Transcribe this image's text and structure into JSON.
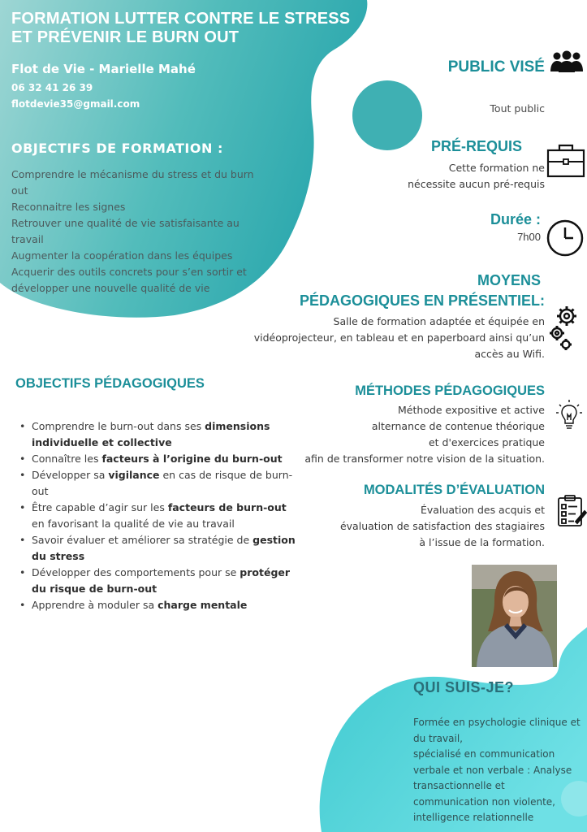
{
  "header": {
    "title_line1": "FORMATION LUTTER CONTRE LE STRESS",
    "title_line2": "ET PRÉVENIR LE BURN OUT",
    "author": "Flot de Vie - Marielle Mahé",
    "phone": "06 32 41 26 39",
    "email": "flotdevie35@gmail.com"
  },
  "objectifs_formation": {
    "title": "OBJECTIFS DE FORMATION :",
    "lines": [
      "Comprendre le mécanisme du stress  et du burn",
      "out",
      "Reconnaitre les signes",
      "Retrouver une qualité de vie satisfaisante au",
      "travail",
      "Augmenter la coopération dans les équipes",
      "Acquerir des outils concrets pour s’en sortir et",
      "développer une nouvelle qualité de vie"
    ]
  },
  "public": {
    "title": "PUBLIC VISÉ",
    "text": "Tout public",
    "icon": "people-icon"
  },
  "prerequis": {
    "title": "PRÉ-REQUIS",
    "lines": [
      "Cette formation ne",
      "nécessite aucun pré-requis"
    ],
    "icon": "briefcase-icon"
  },
  "duree": {
    "title": "Durée :",
    "value": "7h00",
    "icon": "clock-icon"
  },
  "moyens": {
    "title_line1": "MOYENS",
    "title_line2": "PÉDAGOGIQUES EN PRÉSENTIEL:",
    "lines": [
      "Salle de formation adaptée et équipée en",
      "vidéoprojecteur, en tableau et en paperboard ainsi qu’un",
      "accès au Wifi."
    ],
    "icon": "gears-icon"
  },
  "objectifs_pedagogiques": {
    "title": "OBJECTIFS PÉDAGOGIQUES",
    "items": [
      {
        "pre": "Comprendre le burn-out dans ses ",
        "bold": "dimensions individuelle et collective",
        "post": ""
      },
      {
        "pre": "Connaître les ",
        "bold": "facteurs à l’origine du burn-out",
        "post": ""
      },
      {
        "pre": "Développer sa ",
        "bold": "vigilance",
        "post": " en cas de risque de burn-out"
      },
      {
        "pre": "Être capable d’agir sur les ",
        "bold": "facteurs de burn-out",
        "post": " en favorisant la qualité de vie au travail"
      },
      {
        "pre": "Savoir évaluer et améliorer sa stratégie de ",
        "bold": "gestion du stress",
        "post": ""
      },
      {
        "pre": "Développer des comportements pour se ",
        "bold": "protéger du risque de burn-out",
        "post": ""
      },
      {
        "pre": "Apprendre à moduler sa ",
        "bold": "charge mentale",
        "post": ""
      }
    ]
  },
  "methodes": {
    "title": "MÉTHODES PÉDAGOGIQUES",
    "lines": [
      "Méthode expositive et active",
      "alternance de contenue théorique",
      "et d'exercices pratique ",
      "afin de transformer notre vision de la situation."
    ],
    "icon": "lightbulb-icon"
  },
  "modalites": {
    "title": "MODALITÉS D’ÉVALUATION",
    "lines": [
      "Évaluation des acquis et",
      "évaluation de satisfaction des stagiaires",
      "à l’issue de la formation."
    ],
    "icon": "checklist-icon"
  },
  "qui": {
    "title": "QUI SUIS-JE?",
    "lines": [
      "Formée en psychologie clinique et",
      "du travail,",
      "spécialisé en communication",
      "verbale et non verbale : Analyse",
      "transactionnelle et",
      "communication non violente,",
      "intelligence relationnelle"
    ]
  },
  "colors": {
    "teal": "#1c8f99",
    "blob_dark": "#3bb3b4",
    "blob_light": "#8fd3d2",
    "cyan": "#4fd2da"
  }
}
